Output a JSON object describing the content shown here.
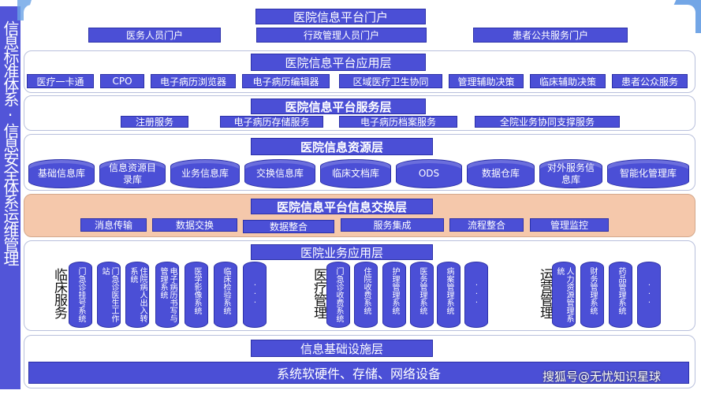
{
  "side_label": "信息标准体系·信息安全体系运维管理",
  "portal": {
    "title": "医院信息平台门户",
    "items": [
      "医务人员门户",
      "行政管理人员门户",
      "患者公共服务门户"
    ]
  },
  "app_layer": {
    "title": "医院信息平台应用层",
    "items": [
      "医疗一卡通",
      "CPO",
      "电子病历浏览器",
      "电子病历编辑器",
      "区域医疗卫生协同",
      "管理辅助决策",
      "临床辅助决策",
      "患者公众服务"
    ]
  },
  "service_layer": {
    "title": "医院信息平台服务层",
    "items": [
      "注册服务",
      "电子病历存储服务",
      "电子病历档案服务",
      "全院业务协同支撑服务"
    ]
  },
  "resource_layer": {
    "title": "医院信息资源层",
    "items": [
      "基础信息库",
      "信息资源目录库",
      "业务信息库",
      "交换信息库",
      "临床文档库",
      "ODS",
      "数据仓库",
      "对外服务信息库",
      "智能化管理库"
    ]
  },
  "exchange_layer": {
    "title": "医院信息平台信息交换层",
    "items": [
      "消息传输",
      "数据交换",
      "数据整合",
      "服务集成",
      "流程整合",
      "管理监控"
    ]
  },
  "business_layer": {
    "title": "医院业务应用层",
    "groups": [
      {
        "label": "临床服务",
        "systems": [
          "门急诊挂号系统",
          "门急诊医生工作站",
          "住院病人出入转系统",
          "电子病历书写与管理系统",
          "医学影像系统",
          "临床检验系统",
          "···"
        ]
      },
      {
        "label": "医疗管理",
        "systems": [
          "门急诊收费系统",
          "住院收费系统",
          "护理管理系统",
          "医务管理系统",
          "病案管理系统",
          "···"
        ]
      },
      {
        "label": "运营管理",
        "systems": [
          "人力资源管理系统",
          "财务管理系统",
          "药品管理系统",
          "···"
        ]
      }
    ]
  },
  "infra_layer": {
    "title": "信息基础设施层",
    "bar": "系统软硬件、存储、网络设备"
  },
  "watermark": "搜狐号@无忧知识星球"
}
